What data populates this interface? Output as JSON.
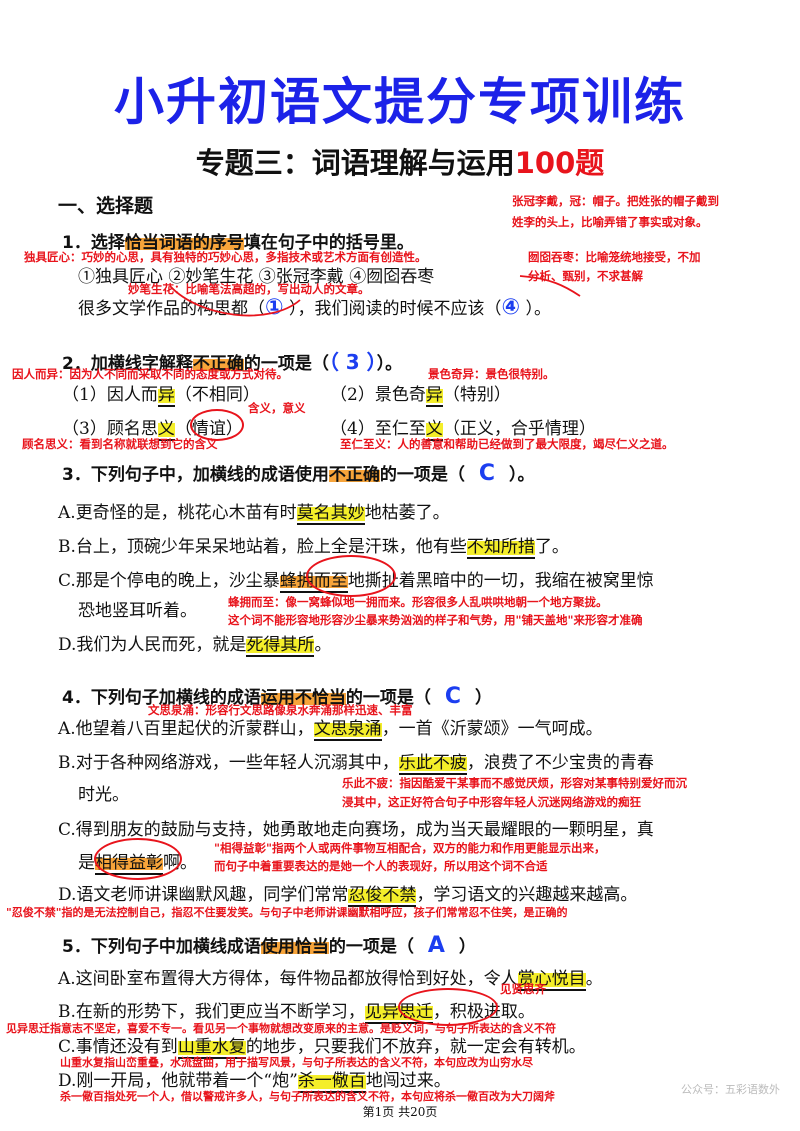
{
  "title": "小升初语文提分专项训练",
  "subtitle": {
    "main": "专题三：词语理解与运用",
    "num": "100题"
  },
  "section1": "一、选择题",
  "q1": {
    "pre": "1．选择",
    "hl": "恰当词语的序号",
    "post": "填在句子中的括号里。",
    "options": "①独具匠心 ②妙笔生花 ③张冠李戴 ④囫囵吞枣",
    "sentence_pre": "很多文学作品的构思都（",
    "sentence_mid": "），我们阅读的时候不应该（",
    "sentence_end": "）。",
    "ans1": "①",
    "ans2": "④",
    "note_zgld": "张冠李戴，冠：帽子。把姓张的帽子戴到",
    "note_zgld2": "姓李的头上，比喻弄错了事实或对象。",
    "note_djjx": "独具匠心：巧妙的心思，具有独特的巧妙心思，多指技术或艺术方面有创造性。",
    "note_hltz": "囫囵吞枣：比喻笼统地接受，不加",
    "note_hltz2": "分析、甄别，不求甚解",
    "note_mbsh": "妙笔生花：比喻笔法高超的，写出动人的文章。"
  },
  "q2": {
    "pre": "2．加横线字解释",
    "hl": "不正确",
    "post": "的一项是（",
    "ans": "（ 3 ）",
    "end": "）。",
    "opt1_pre": "（1）因人而",
    "opt1_hl": "异",
    "opt1_post": "（不相同）",
    "opt2_pre": "（2）景色奇",
    "opt2_hl": "异",
    "opt2_post": "（特别）",
    "opt3_pre": "（3）顾名思",
    "opt3_hl": "义",
    "opt3_post": "（情谊）",
    "opt4_pre": "（4）至仁至",
    "opt4_hl": "义",
    "opt4_post": "（正义，合乎情理）",
    "note_yrey": "因人而异：因为人不同而采取不同的态度或方式对待。",
    "note_jsqy": "景色奇异：景色很特别。",
    "note_hy": "含义，意义",
    "note_gmsy": "顾名思义：看到名称就联想到它的含义",
    "note_zrzy": "至仁至义：人的善意和帮助已经做到了最大限度，竭尽仁义之道。"
  },
  "q3": {
    "pre": "3．下列句子中，加横线的成语使用",
    "hl": "不正确",
    "post": "的一项是（",
    "ans": "C",
    "end": "）。",
    "A_pre": "A.更奇怪的是，桃花心木苗有时",
    "A_hl": "莫名其妙",
    "A_post": "地枯萎了。",
    "B_pre": "B.台上，顶碗少年呆呆地站着，脸上全是汗珠，他有些",
    "B_hl": "不知所措",
    "B_post": "了。",
    "C_pre": "C.那是个停电的晚上，沙尘暴",
    "C_hl": "蜂拥而至",
    "C_post": "地撕扯着黑暗中的一切，我缩在被窝里惊",
    "C_line2": "恐地竖耳听着。",
    "D_pre": "D.我们为人民而死，就是",
    "D_hl": "死得其所",
    "D_post": "。",
    "note_fyez": "蜂拥而至：像一窝蜂似地一拥而来。形容很多人乱哄哄地朝一个地方聚拢。",
    "note_fyez2": "这个词不能形容地形容沙尘暴来势汹汹的样子和气势，用\"铺天盖地\"来形容才准确"
  },
  "q4": {
    "pre": "4．下列句子加横线的成语",
    "hl": "运用不恰当",
    "post": "的一项是（",
    "ans": "C",
    "end": "）",
    "note_wsqy": "文思泉涌：形容行文思路像泉水奔涌那样迅速、丰富",
    "A_pre": "A.他望着八百里起伏的沂蒙群山，",
    "A_hl": "文思泉涌",
    "A_post": "，一首《沂蒙颂》一气呵成。",
    "B_pre": "B.对于各种网络游戏，一些年轻人沉溺其中，",
    "B_hl": "乐此不疲",
    "B_post": "，浪费了不少宝贵的青春",
    "B_line2": "时光。",
    "note_lcbp": "乐此不疲：指因酷爱干某事而不感觉厌烦，形容对某事特别爱好而沉",
    "note_lcbp2": "浸其中，这正好符合句子中形容年轻人沉迷网络游戏的痴狂",
    "C_pre": "C.得到朋友的鼓励与支持，她勇敢地走向赛场，成为当天最耀眼的一颗明星，真",
    "C_line2_pre": "是",
    "C_hl": "相得益彰",
    "C_post": "啊。",
    "note_xdyz": "\"相得益彰\"指两个人或两件事物互相配合，双方的能力和作用更能显示出来，",
    "note_xdyz2": "而句子中着重要表达的是她一个人的表现好，所以用这个词不合适",
    "D_pre": "D.语文老师讲课幽默风趣，同学们常常",
    "D_hl": "忍俊不禁",
    "D_post": "，学习语文的兴趣越来越高。",
    "note_rjbj": "\"忍俊不禁\"指的是无法控制自己，指忍不住要发笑。与句子中老师讲课幽默相呼应，孩子们常常忍不住笑，是正确的"
  },
  "q5": {
    "pre": "5．下列句子中加横线成语",
    "hl": "使用恰当",
    "post": "的一项是（",
    "ans": "A",
    "end": "）",
    "A_pre": "A.这间卧室布置得大方得体，每件物品都放得恰到好处，令人",
    "A_hl": "赏心悦目",
    "A_post": "。",
    "B_pre": "B.在新的形势下，我们更应当不断学习，",
    "B_hl": "见异思迁",
    "B_post": "，积极进取。",
    "note_jxsq_tag": "见贤思齐",
    "note_jysq": "见异思迁指意志不坚定，喜爱不专一。看见另一个事物就想改变原来的主意。是贬义词，与句子所表达的含义不符",
    "C_pre": "C.事情还没有到",
    "C_hl": "山重水复",
    "C_post": "的地步，只要我们不放弃，就一定会有转机。",
    "note_szsf": "山重水复指山峦重叠，水流盘曲，用于描写风景，与句子所表达的含义不符，本句应改为山穷水尽",
    "D_pre": "D.刚一开局，他就带着一个“炮”",
    "D_hl": "杀一儆百",
    "D_post": "地闯过来。",
    "note_syjb": "杀一儆百指处死一个人，借以警戒许多人，与句子所表达的含义不符，本句应将杀一儆百改为大刀阔斧"
  },
  "footer": "第1页 共20页",
  "watermark": "公众号：五彩语数外",
  "colors": {
    "title_blue": "#1c22e8",
    "accent_red": "#e8141c",
    "highlight_orange": "#f7a43a",
    "highlight_yellow": "#f4ee2a",
    "answer_blue": "#1c3ef0"
  }
}
